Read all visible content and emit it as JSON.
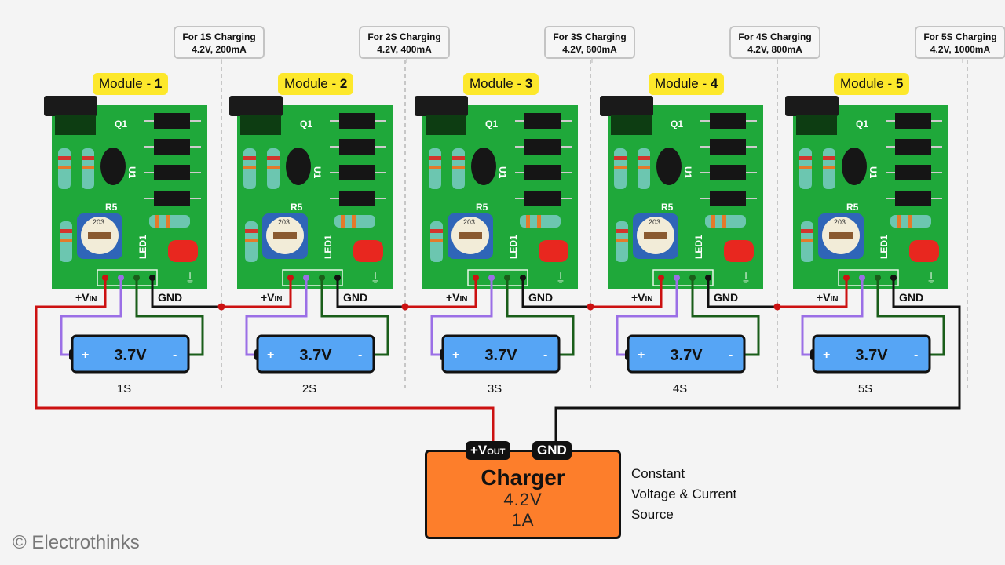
{
  "modules": [
    {
      "label_prefix": "Module - ",
      "number": "1",
      "callout_line1": "For 1S Charging",
      "callout_line2": "4.2V, 200mA",
      "series": "1S",
      "battery_voltage": "3.7V"
    },
    {
      "label_prefix": "Module - ",
      "number": "2",
      "callout_line1": "For 2S Charging",
      "callout_line2": "4.2V, 400mA",
      "series": "2S",
      "battery_voltage": "3.7V"
    },
    {
      "label_prefix": "Module - ",
      "number": "3",
      "callout_line1": "For 3S Charging",
      "callout_line2": "4.2V, 600mA",
      "series": "3S",
      "battery_voltage": "3.7V"
    },
    {
      "label_prefix": "Module - ",
      "number": "4",
      "callout_line1": "For 4S Charging",
      "callout_line2": "4.2V, 800mA",
      "series": "4S",
      "battery_voltage": "3.7V"
    },
    {
      "label_prefix": "Module - ",
      "number": "5",
      "callout_line1": "For 5S Charging",
      "callout_line2": "4.2V, 1000mA",
      "series": "5S",
      "battery_voltage": "3.7V"
    }
  ],
  "pcb": {
    "q1": "Q1",
    "u1": "U1",
    "r5": "R5",
    "trimmer": "203",
    "led": "LED1"
  },
  "pins": {
    "vin_main": "+V",
    "vin_sub": "IN",
    "gnd": "GND",
    "battery_plus": "+",
    "battery_minus": "-"
  },
  "charger": {
    "title": "Charger",
    "voltage": "4.2V",
    "current": "1A",
    "vout_main": "+V",
    "vout_sub": "OUT",
    "gnd": "GND",
    "description_lines": [
      "Constant",
      "Voltage & Current",
      "Source"
    ]
  },
  "wire_colors": {
    "vin": "#cc1111",
    "sense": "#9b6fe6",
    "battery_neg": "#1a5e1a",
    "gnd": "#111111",
    "pcb_green": "#1fa83a",
    "battery_blue": "#56a5f5",
    "label_yellow": "#fde82b",
    "charger_orange": "#fd7e2b"
  },
  "credit": "© Electrothinks"
}
